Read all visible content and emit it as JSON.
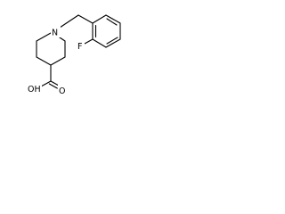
{
  "molecule": {
    "atoms": {
      "nitrogen": "N",
      "fluorine": "F",
      "hydroxyl": "OH",
      "carbonyl_oxygen": "O"
    }
  }
}
